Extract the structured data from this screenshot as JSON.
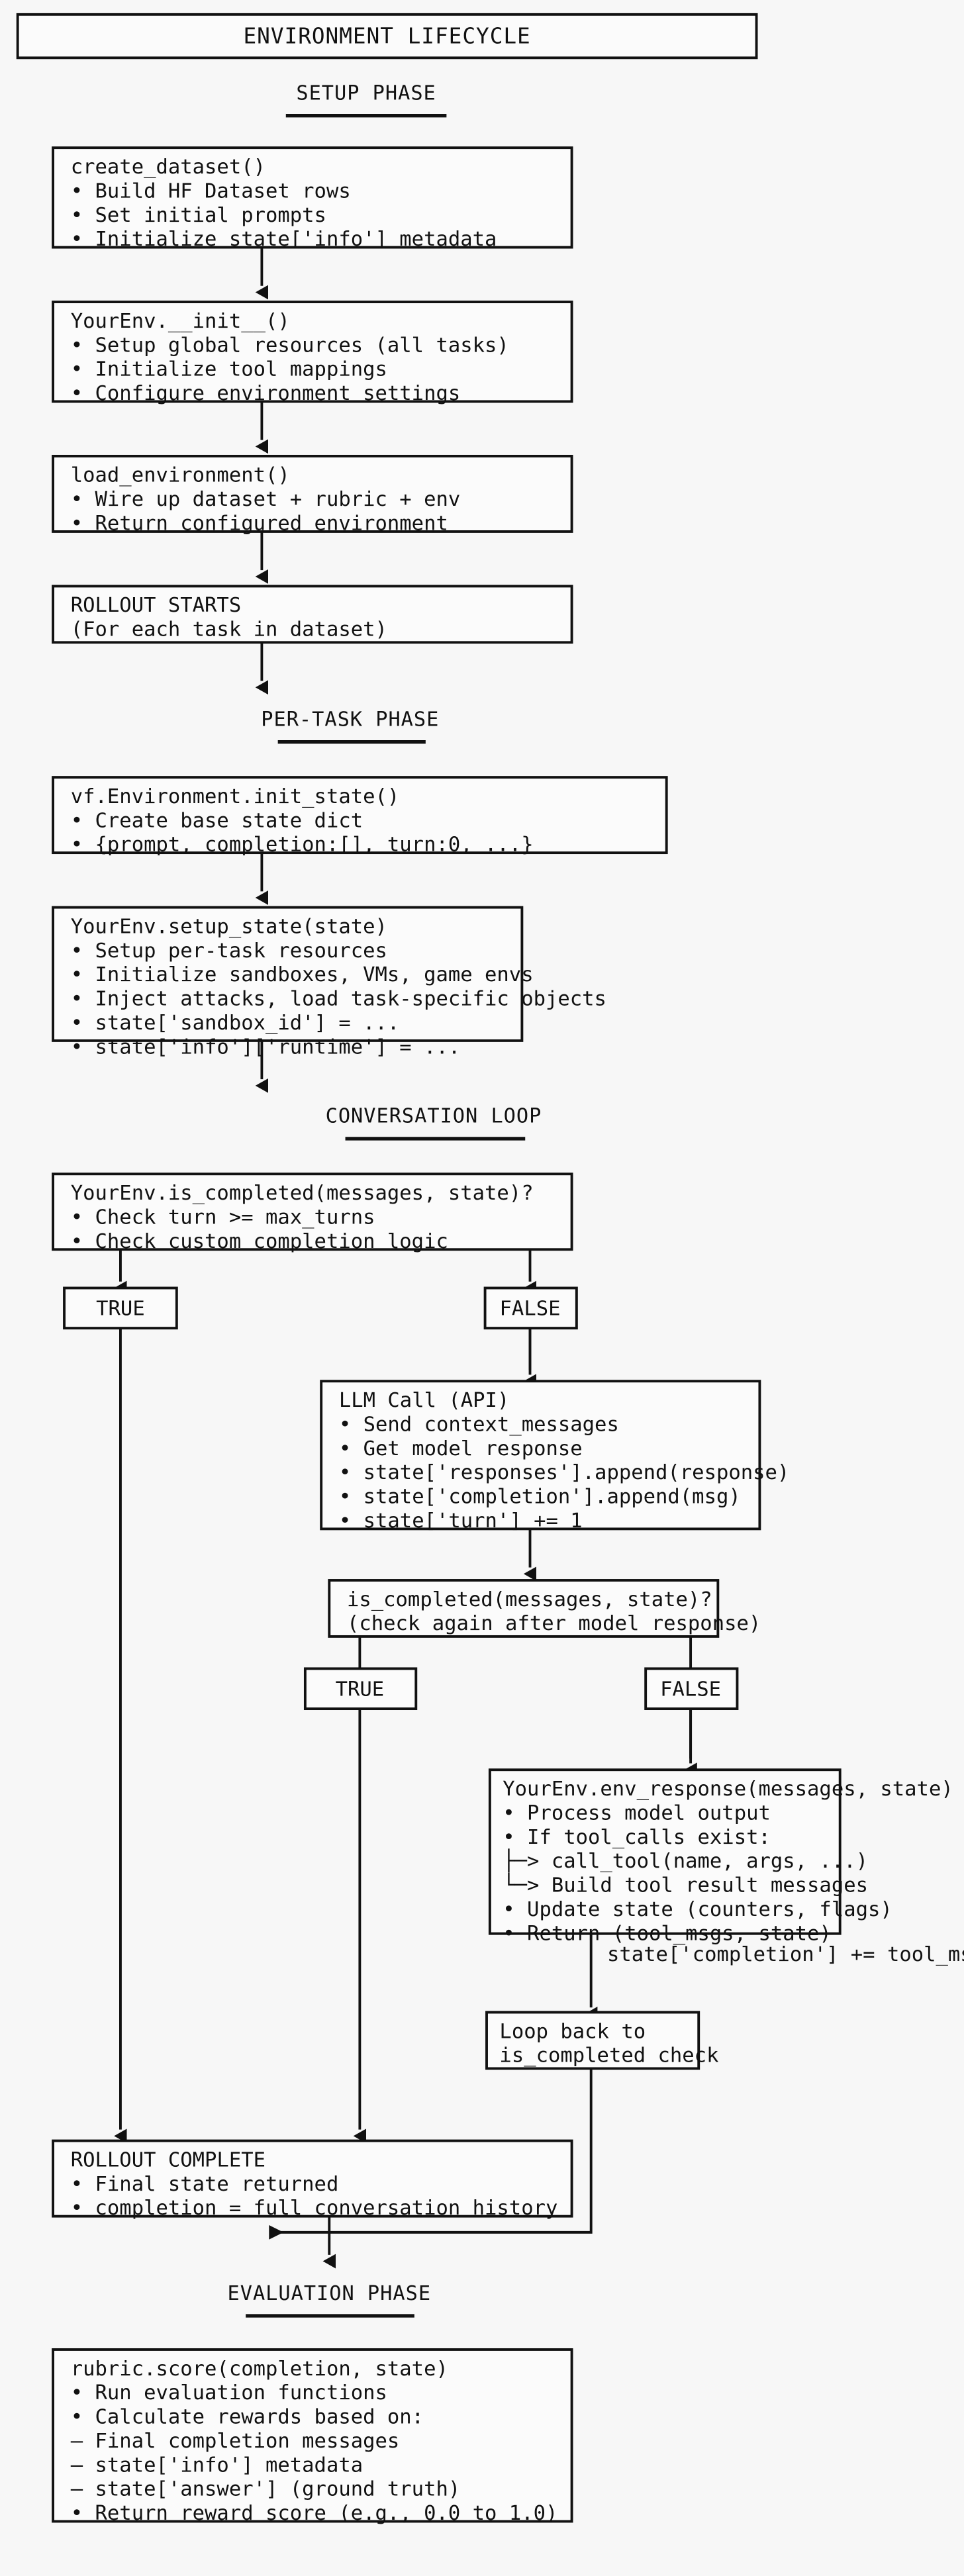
{
  "diagram": {
    "title": "ENVIRONMENT LIFECYCLE",
    "background_color": "#f7f7f7",
    "line_color": "#111111",
    "box_fill": "#fbfbfb"
  },
  "phases": {
    "setup": "SETUP PHASE",
    "per_task": "PER-TASK PHASE",
    "conversation_loop": "CONVERSATION LOOP",
    "evaluation": "EVALUATION PHASE"
  },
  "nodes": {
    "create_dataset": {
      "id": "create-dataset",
      "lines": [
        "create_dataset()",
        "• Build HF Dataset rows",
        "• Set initial prompts",
        "• Initialize state['info'] metadata"
      ]
    },
    "your_env_init": {
      "id": "yourenv-init",
      "lines": [
        "YourEnv.__init__()",
        "• Setup global resources (all tasks)",
        "• Initialize tool mappings",
        "• Configure environment settings"
      ]
    },
    "load_environment": {
      "id": "load-environment",
      "lines": [
        "load_environment()",
        "• Wire up dataset + rubric + env",
        "• Return configured environment"
      ]
    },
    "rollout_starts": {
      "id": "rollout-starts",
      "lines": [
        "ROLLOUT STARTS",
        "(For each task in dataset)"
      ]
    },
    "init_state": {
      "id": "init-state",
      "lines": [
        "vf.Environment.init_state()",
        "• Create base state dict",
        "• {prompt, completion:[], turn:0, ...}"
      ]
    },
    "setup_state": {
      "id": "setup-state",
      "lines": [
        "YourEnv.setup_state(state)",
        "• Setup per-task resources",
        "• Initialize sandboxes, VMs, game envs",
        "• Inject attacks, load task-specific objects",
        "• state['sandbox_id'] = ...",
        "• state['info']['runtime'] = ..."
      ]
    },
    "is_completed": {
      "id": "is-completed",
      "lines": [
        "YourEnv.is_completed(messages, state)?",
        "• Check turn >= max_turns",
        "• Check custom completion logic"
      ]
    },
    "branch_true_1": {
      "id": "branch-true-1",
      "lines": [
        "TRUE"
      ]
    },
    "branch_false_1": {
      "id": "branch-false-1",
      "lines": [
        "FALSE"
      ]
    },
    "llm_call": {
      "id": "llm-call",
      "lines": [
        "LLM Call (API)",
        "• Send context_messages",
        "• Get model response",
        "• state['responses'].append(response)",
        "• state['completion'].append(msg)",
        "• state['turn'] += 1"
      ]
    },
    "is_completed_again": {
      "id": "is-completed-again",
      "lines": [
        "is_completed(messages, state)?",
        "(check again after model response)"
      ]
    },
    "branch_true_2": {
      "id": "branch-true-2",
      "lines": [
        "TRUE"
      ]
    },
    "branch_false_2": {
      "id": "branch-false-2",
      "lines": [
        "FALSE"
      ]
    },
    "env_response": {
      "id": "env-response",
      "lines": [
        "YourEnv.env_response(messages, state)",
        "• Process model output",
        "• If tool_calls exist:",
        "  ├─> call_tool(name, args, ...)",
        "  └─> Build tool result messages",
        "• Update state (counters, flags)",
        "• Return (tool_msgs, state)"
      ]
    },
    "loop_back": {
      "id": "loop-back",
      "lines": [
        "Loop back to",
        "is_completed check"
      ]
    },
    "rollout_complete": {
      "id": "rollout-complete",
      "lines": [
        "ROLLOUT COMPLETE",
        "• Final state returned",
        "• completion = full conversation history"
      ]
    },
    "rubric_score": {
      "id": "rubric-score",
      "lines": [
        "rubric.score(completion, state)",
        "• Run evaluation functions",
        "• Calculate rewards based on:",
        "  – Final completion messages",
        "  – state['info'] metadata",
        "  – state['answer'] (ground truth)",
        "• Return reward score (e.g., 0.0 to 1.0)"
      ]
    }
  },
  "edge_labels": {
    "tool_msgs_append": "state['completion'] += tool_msgs"
  }
}
